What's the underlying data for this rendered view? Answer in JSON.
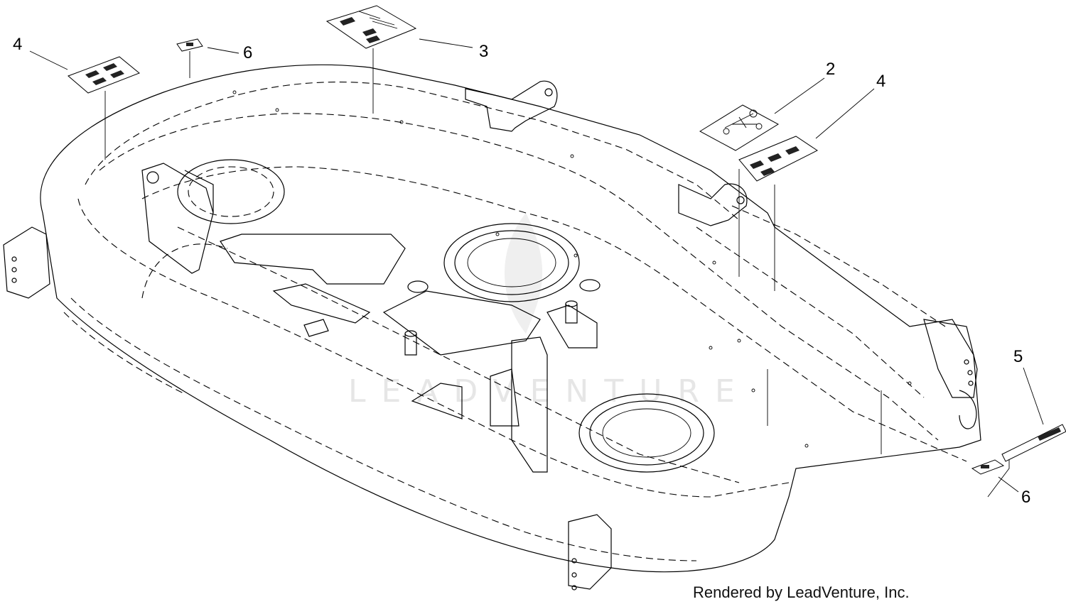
{
  "callouts": [
    "4",
    "6",
    "3",
    "2",
    "4",
    "5",
    "6"
  ],
  "watermark": "LEADVENTURE",
  "credit": "Rendered by LeadVenture, Inc."
}
